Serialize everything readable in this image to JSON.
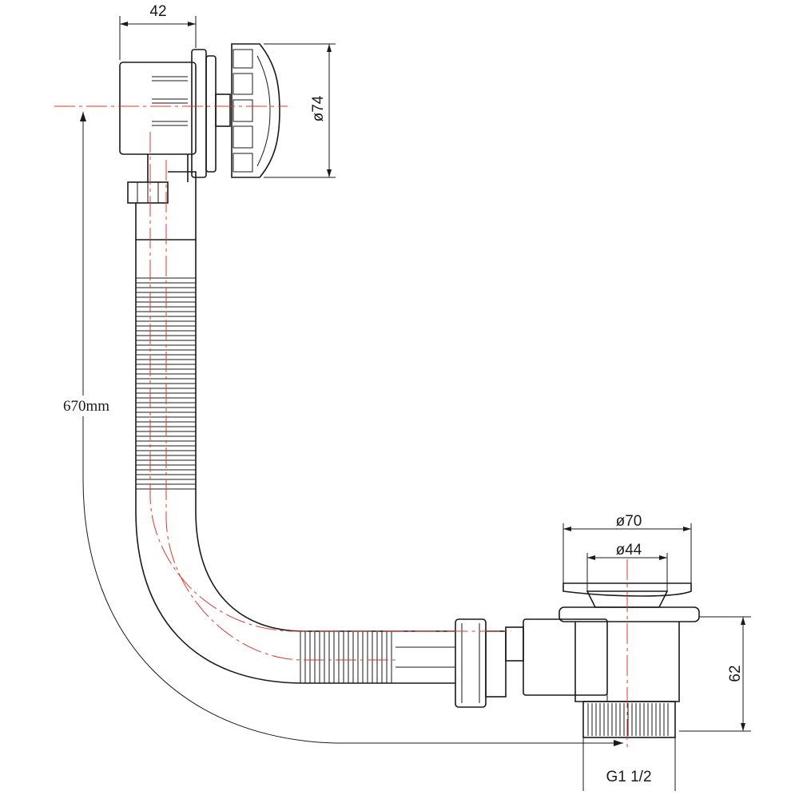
{
  "labels": {
    "overflow_depth": "42",
    "overflow_diameter": "ø74",
    "length": "670mm",
    "plug_outer_diameter": "ø70",
    "plug_inner_diameter": "ø44",
    "waste_height": "62",
    "thread": "G1  1/2"
  },
  "colors": {
    "line": "#1a1a1a",
    "centerline": "#e0392b",
    "background": "#ffffff"
  }
}
